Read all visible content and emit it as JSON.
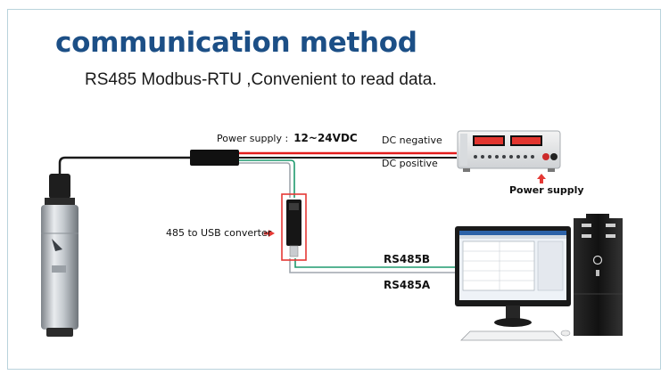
{
  "title": "communication method",
  "subtitle": "RS485 Modbus-RTU ,Convenient to read data.",
  "labels": {
    "power_supply_text": "Power supply :",
    "power_supply_voltage": "12~24VDC",
    "dc_negative": "DC negative",
    "dc_positive": "DC positive",
    "power_supply_caption": "Power supply",
    "converter": "485 to USB converter",
    "rs485b": "RS485B",
    "rs485a": "RS485A"
  },
  "icons": [
    "sensor-probe-icon",
    "power-supply-unit-icon",
    "usb-converter-icon",
    "monitor-icon",
    "pc-tower-icon",
    "keyboard-mouse-icon"
  ],
  "colors": {
    "title": "#1c4f86",
    "dc_negative_wire": "#e21c1c",
    "rs485b_wire": "#1f9a6e",
    "rs485a_wire": "#9fa6ad",
    "highlight": "#e53935"
  }
}
